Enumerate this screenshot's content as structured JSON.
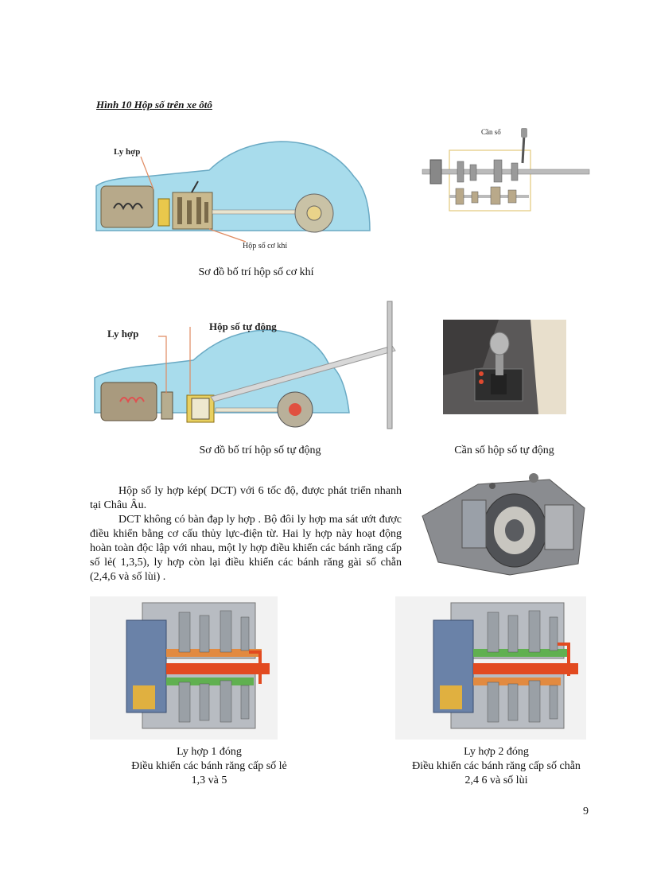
{
  "heading": "Hình 10 Hộp số trên xe ôtô",
  "figures": {
    "manual": {
      "label_clutch": "Ly hợp",
      "label_gearbox": "Hộp số cơ khí",
      "caption": "Sơ đồ bố trí hộp số cơ khí"
    },
    "gear_detail": {
      "label_lever": "Cần số"
    },
    "automatic": {
      "label_clutch": "Ly hợp",
      "label_gearbox": "Hộp số tự động",
      "caption": "Sơ đồ bố trí hộp số tự động"
    },
    "auto_lever": {
      "caption": "Cần số hộp số tự động"
    },
    "dct_left": {
      "caption_line1": "Ly hợp 1 đóng",
      "caption_line2": "Điều khiển các bánh răng cấp số lẻ",
      "caption_line3": "1,3 và 5"
    },
    "dct_right": {
      "caption_line1": "Ly hợp 2 đóng",
      "caption_line2": "Điều khiển các bánh răng cấp số chẵn",
      "caption_line3": "2,4 6 và số lùi"
    }
  },
  "paragraphs": [
    "Hộp số ly hợp kép( DCT) với 6 tốc độ, được phát triển nhanh tại Châu Âu.",
    "DCT không có bàn đạp ly hợp . Bộ đôi ly hợp ma sát ướt được điều khiển bằng cơ cấu thủy lực-điện từ. Hai ly hợp này hoạt động hoàn toàn độc lập với nhau, một ly hợp điều khiển các bánh răng cấp số lẻ( 1,3,5), ly hợp còn lại điều khiển các bánh răng gài số chẵn (2,4,6 và số lùi) ."
  ],
  "page_number": "9"
}
